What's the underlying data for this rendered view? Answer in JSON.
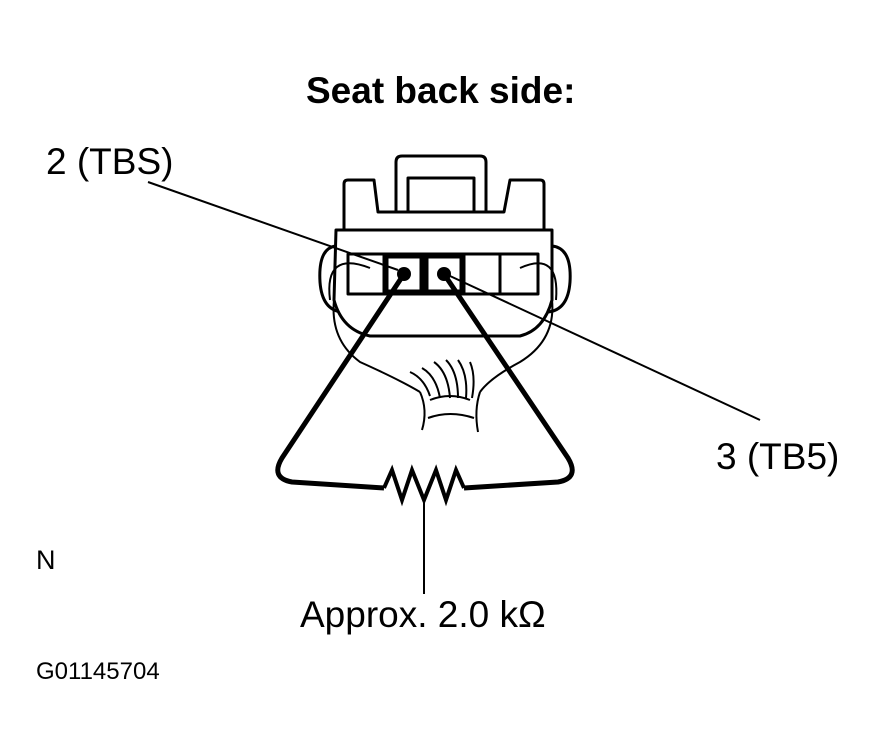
{
  "title": "Seat back side:",
  "pin_labels": {
    "left": "2 (TBS)",
    "right": "3 (TB5)"
  },
  "measurement": "Approx. 2.0 kΩ",
  "corner_mark": "N",
  "figure_code": "G01145704"
}
